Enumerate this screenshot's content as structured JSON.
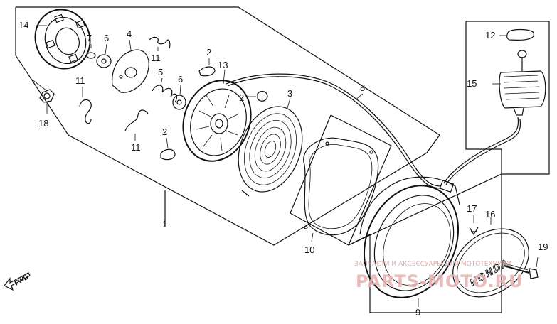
{
  "diagram": {
    "parts": [
      {
        "id": "p1",
        "label": "1"
      },
      {
        "id": "p2a",
        "label": "2"
      },
      {
        "id": "p2b",
        "label": "2"
      },
      {
        "id": "p2c",
        "label": "2"
      },
      {
        "id": "p3",
        "label": "3"
      },
      {
        "id": "p4",
        "label": "4"
      },
      {
        "id": "p5",
        "label": "5"
      },
      {
        "id": "p6a",
        "label": "6"
      },
      {
        "id": "p6b",
        "label": "6"
      },
      {
        "id": "p7",
        "label": "7"
      },
      {
        "id": "p8",
        "label": "8"
      },
      {
        "id": "p9",
        "label": "9"
      },
      {
        "id": "p10",
        "label": "10"
      },
      {
        "id": "p11a",
        "label": "11"
      },
      {
        "id": "p11b",
        "label": "11"
      },
      {
        "id": "p11c",
        "label": "11"
      },
      {
        "id": "p12",
        "label": "12"
      },
      {
        "id": "p13",
        "label": "13"
      },
      {
        "id": "p14",
        "label": "14"
      },
      {
        "id": "p15",
        "label": "15"
      },
      {
        "id": "p16",
        "label": "16"
      },
      {
        "id": "p17",
        "label": "17"
      },
      {
        "id": "p18",
        "label": "18"
      },
      {
        "id": "p19",
        "label": "19"
      }
    ],
    "direction_label": "FWD",
    "emblem_text": "HONDA",
    "watermark_caption": "ЗАПЧАСТИ И АКСЕССУАРЫ ДЛЯ МОТОТЕХНИКИ",
    "watermark_site": "PARTS-MOTO.RU"
  }
}
